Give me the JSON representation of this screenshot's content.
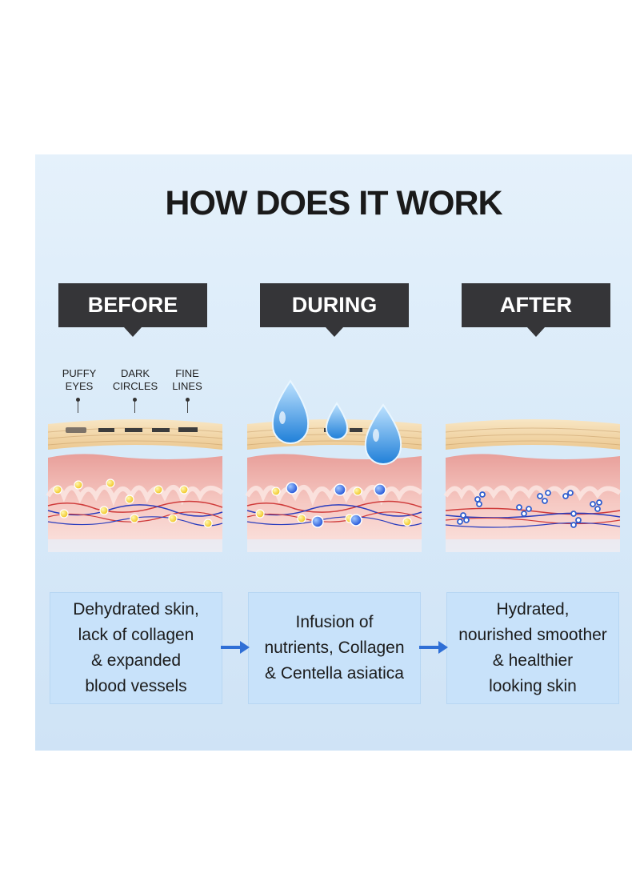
{
  "heading": "HOW DOES IT WORK",
  "stages": [
    {
      "tag": "BEFORE",
      "description": "Dehydrated skin,\nlack of collagen\n& expanded\nblood vessels"
    },
    {
      "tag": "DURING",
      "description": "Infusion of\nnutrients, Collagen\n& Centella asiatica"
    },
    {
      "tag": "AFTER",
      "description": "Hydrated,\nnourished smoother\n& healthier\nlooking skin"
    }
  ],
  "skin_issue_labels": [
    {
      "line1": "PUFFY",
      "line2": "EYES"
    },
    {
      "line1": "DARK",
      "line2": "CIRCLES"
    },
    {
      "line1": "FINE",
      "line2": "LINES"
    }
  ],
  "colors": {
    "tag_background": "#353538",
    "panel_background": "#e2f0fb",
    "box_background": "#c8e2fa",
    "arrow": "#2f6fd6",
    "epidermis": "#f4dcb2",
    "dermis": "#f2b9b5",
    "droplet": "#3f9ae2"
  }
}
